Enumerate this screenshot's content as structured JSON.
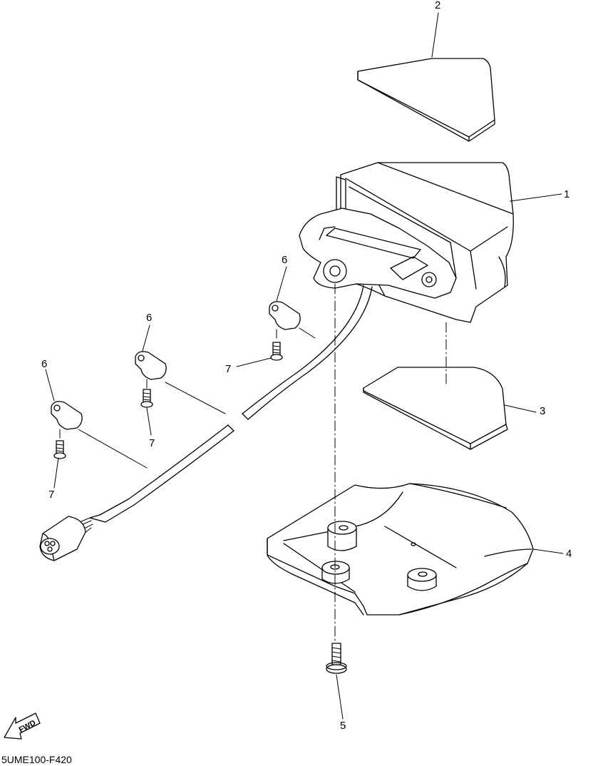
{
  "diagram": {
    "callouts": {
      "c1": "1",
      "c2": "2",
      "c3": "3",
      "c4": "4",
      "c5": "5",
      "c6a": "6",
      "c6b": "6",
      "c6c": "6",
      "c7a": "7",
      "c7b": "7",
      "c7c": "7"
    },
    "fwd_label": "FWD",
    "drawing_code": "5UME100-F420",
    "colors": {
      "line": "#000000",
      "background": "#ffffff"
    }
  }
}
